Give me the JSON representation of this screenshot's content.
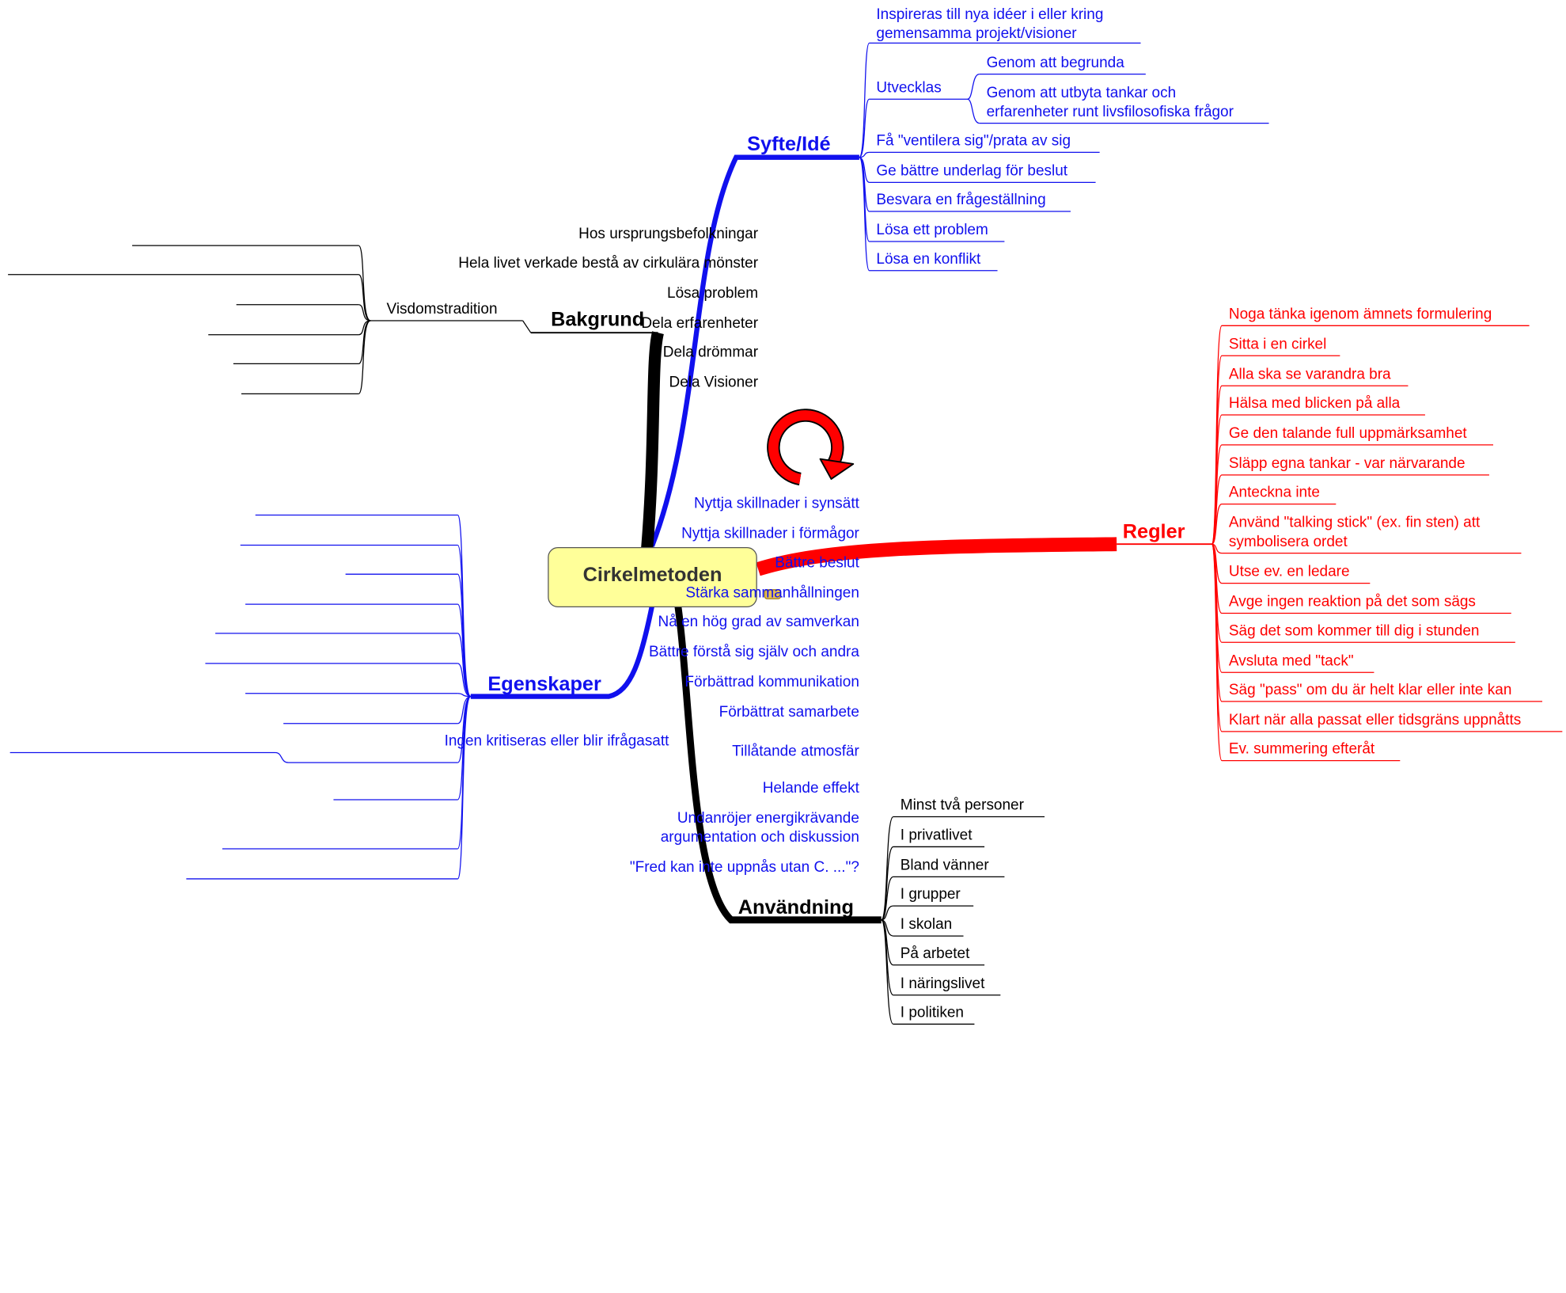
{
  "center": {
    "label": "Cirkelmetoden"
  },
  "colors": {
    "blue": "#1010ee",
    "black": "#000000",
    "red": "#ff0000",
    "center_fill": "#ffff99"
  },
  "icons": {
    "cycle": "red-circular-arrow-icon",
    "attachment": "note-badge-icon"
  },
  "syfte": {
    "label": "Syfte/Idé",
    "inspireras": [
      "Inspireras till nya idéer i eller kring",
      "gemensamma projekt/visioner"
    ],
    "utvecklas": {
      "label": "Utvecklas",
      "items": [
        [
          "Genom att begrunda"
        ],
        [
          "Genom att utbyta tankar och",
          "erfarenheter runt livsfilosofiska frågor"
        ]
      ]
    },
    "items": [
      "Få \"ventilera sig\"/prata av sig",
      "Ge bättre underlag för beslut",
      "Besvara en frågeställning",
      "Lösa ett problem",
      "Lösa en konflikt"
    ]
  },
  "bakgrund": {
    "label": "Bakgrund",
    "visdom": {
      "label": "Visdomstradition",
      "items": [
        "Hos ursprungsbefolkningar",
        "Hela livet verkade bestå av cirkulära mönster",
        "Lösa problem",
        "Dela erfarenheter",
        "Dela drömmar",
        "Dela Visioner"
      ]
    }
  },
  "egenskaper": {
    "label": "Egenskaper",
    "items": [
      [
        "Nyttja skillnader i synsätt"
      ],
      [
        "Nyttja skillnader i förmågor"
      ],
      [
        "Bättre beslut"
      ],
      [
        "Stärka sammanhållningen"
      ],
      [
        "Nå en hög grad av samverkan"
      ],
      [
        "Bättre förstå sig själv och andra"
      ],
      [
        "Förbättrad kommunikation"
      ],
      [
        "Förbättrat samarbete"
      ],
      [
        "Tillåtande atmosfär"
      ],
      [
        "Helande effekt"
      ],
      [
        "Undanröjer energikrävande",
        "argumentation och diskussion"
      ],
      [
        "\"Fred kan inte uppnås utan C. ...\"?"
      ]
    ],
    "tillatande_child": "Ingen kritiseras eller blir ifrågasatt"
  },
  "regler": {
    "label": "Regler",
    "items": [
      [
        "Noga tänka igenom ämnets formulering"
      ],
      [
        "Sitta i en cirkel"
      ],
      [
        "Alla ska se varandra bra"
      ],
      [
        "Hälsa med blicken på alla"
      ],
      [
        "Ge den talande full uppmärksamhet"
      ],
      [
        "Släpp egna tankar - var närvarande"
      ],
      [
        "Anteckna inte"
      ],
      [
        "Använd \"talking stick\" (ex. fin sten) att",
        "symbolisera ordet"
      ],
      [
        "Utse ev. en ledare"
      ],
      [
        "Avge ingen reaktion på det som sägs"
      ],
      [
        "Säg det som kommer till dig i stunden"
      ],
      [
        "Avsluta med \"tack\""
      ],
      [
        "Säg \"pass\" om du är helt klar eller inte kan"
      ],
      [
        "Klart när alla passat eller tidsgräns uppnåtts"
      ],
      [
        "Ev. summering efteråt"
      ]
    ]
  },
  "anvandning": {
    "label": "Användning",
    "items": [
      "Minst två personer",
      "I privatlivet",
      "Bland vänner",
      "I grupper",
      "I skolan",
      "På arbetet",
      "I näringslivet",
      "I politiken"
    ]
  }
}
